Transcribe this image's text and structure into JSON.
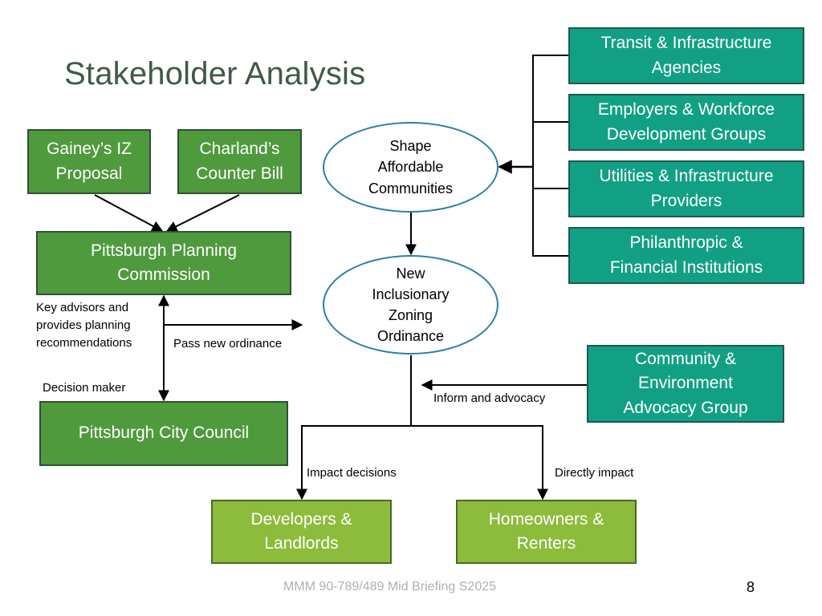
{
  "title": "Stakeholder Analysis",
  "boxes": {
    "gainey": "Gainey’s IZ\nProposal",
    "charland": "Charland’s\nCounter Bill",
    "planning": "Pittsburgh Planning\nCommission",
    "council": "Pittsburgh City Council",
    "developers": "Developers &\nLandlords",
    "homeowners": "Homeowners &\nRenters",
    "transit": "Transit & Infrastructure\nAgencies",
    "employers": "Employers & Workforce\nDevelopment Groups",
    "utilities": "Utilities & Infrastructure\nProviders",
    "philanthropic": "Philanthropic &\nFinancial Institutions",
    "advocacy": "Community &\nEnvironment\nAdvocacy Group"
  },
  "ellipses": {
    "shape": "Shape\nAffordable\nCommunities",
    "ordinance": "New\nInclusionary\nZoning\nOrdinance"
  },
  "labels": {
    "key_advisors": "Key advisors and\nprovides planning\nrecommendations",
    "pass_ordinance": "Pass new ordinance",
    "decision_maker": "Decision maker",
    "inform_advocacy": "Inform and advocacy",
    "impact_decisions": "Impact decisions",
    "directly_impact": "Directly impact"
  },
  "footer": "MMM 90-789/489 Mid Briefing S2025",
  "page_number": "8",
  "colors": {
    "title": "#3e5a47",
    "dark_green": "#4f9a3d",
    "lime_green": "#8dbb3c",
    "teal": "#12a085",
    "ellipse_border": "#2a7fa8"
  }
}
